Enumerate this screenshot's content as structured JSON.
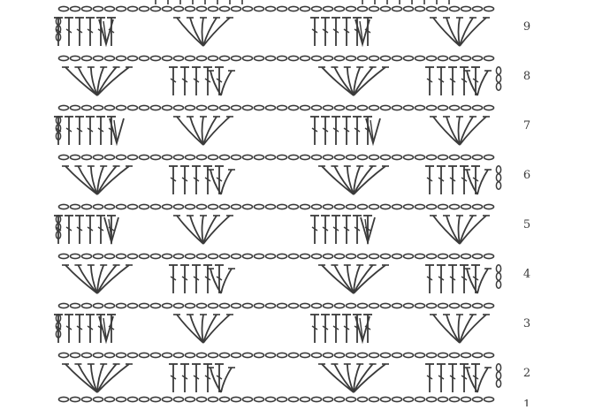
{
  "title": "",
  "rows": [
    {
      "number": "9"
    },
    {
      "number": "8"
    },
    {
      "number": "7"
    },
    {
      "number": "6"
    },
    {
      "number": "5"
    },
    {
      "number": "4"
    },
    {
      "number": "3"
    },
    {
      "number": "2"
    },
    {
      "number": "1"
    }
  ],
  "colors": {
    "ink": "#3a3a3a",
    "background": "#ffffff"
  },
  "symbols": [
    "chain-stitch",
    "double-crochet",
    "cluster-fan",
    "turning-chain"
  ]
}
